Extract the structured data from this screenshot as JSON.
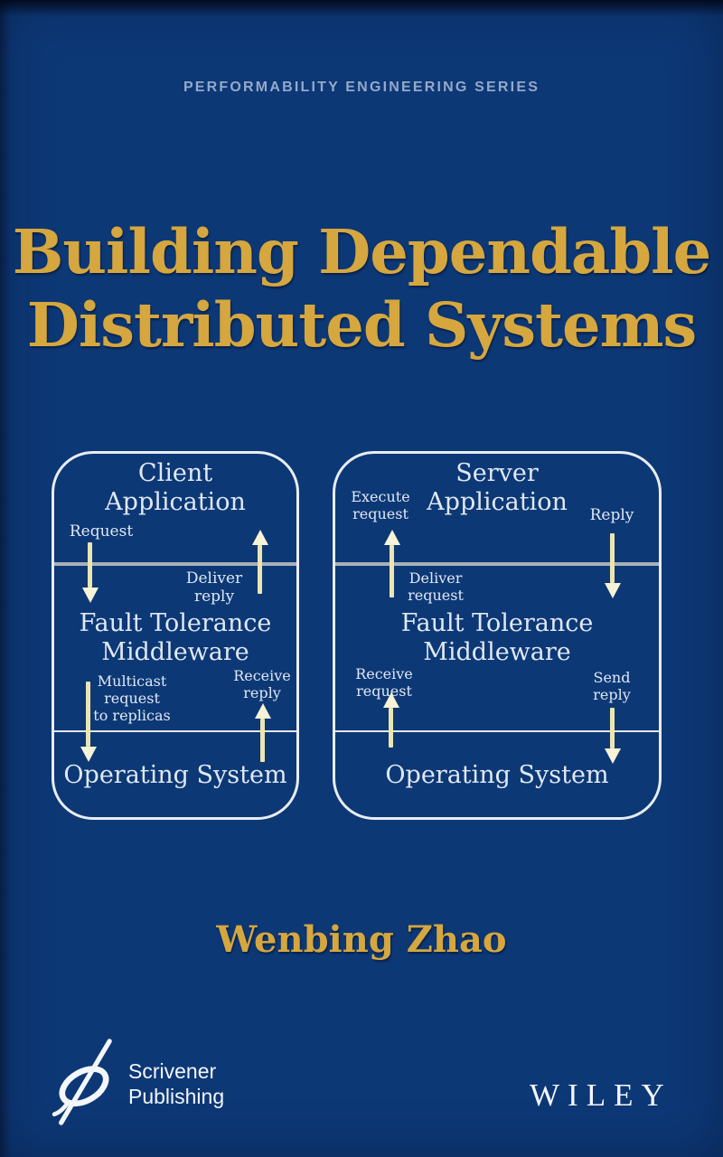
{
  "series": {
    "label": "PERFORMABILITY ENGINEERING SERIES"
  },
  "title": {
    "line1": "Building Dependable",
    "line2": "Distributed Systems"
  },
  "author": {
    "name": "Wenbing Zhao"
  },
  "diagrams": {
    "client": {
      "app": "Client\nApplication",
      "middleware": "Fault Tolerance\nMiddleware",
      "os": "Operating System",
      "labels": {
        "request": "Request",
        "deliver_reply": "Deliver\nreply",
        "multicast": "Multicast\nrequest\nto replicas",
        "receive_reply": "Receive\nreply"
      }
    },
    "server": {
      "app": "Server\nApplication",
      "middleware": "Fault Tolerance\nMiddleware",
      "os": "Operating System",
      "labels": {
        "execute_request": "Execute\nrequest",
        "reply": "Reply",
        "deliver_request": "Deliver\nrequest",
        "receive_request": "Receive\nrequest",
        "send_reply": "Send\nreply"
      }
    }
  },
  "publishers": {
    "scrivener": {
      "line1": "Scrivener",
      "line2": "Publishing"
    },
    "wiley": {
      "label": "WILEY"
    }
  },
  "colors": {
    "background": "#0d3876",
    "title_gold": "#d5a73e",
    "series_text": "#94a9c9",
    "diagram_text": "#dfe8f3",
    "box_border": "#e8edf2",
    "divider_gray": "#a9b0b8",
    "divider_light": "#e2e8ee",
    "arrow_cream": "#ece5b0",
    "arrow_head": "#f7f3d6",
    "publisher_white": "#f3f6fa"
  }
}
